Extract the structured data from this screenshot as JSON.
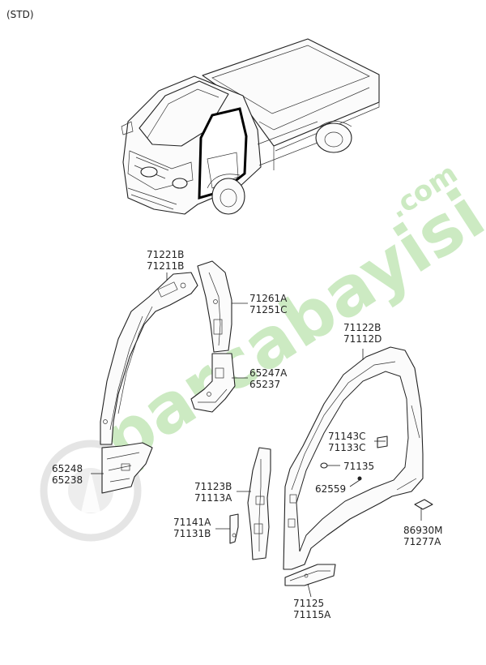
{
  "header": {
    "variant": "(STD)"
  },
  "watermark": {
    "brand": "parcabayisi",
    "suffix": ".com",
    "color": "#8fd27a"
  },
  "callouts": [
    {
      "id": "pillar-a-rear",
      "lines": [
        "71221B",
        "71211B"
      ]
    },
    {
      "id": "pillar-b-inner",
      "lines": [
        "71261A",
        "71251C"
      ]
    },
    {
      "id": "bracket-b",
      "lines": [
        "65247A",
        "65237"
      ]
    },
    {
      "id": "bracket-a",
      "lines": [
        "65248",
        "65238"
      ]
    },
    {
      "id": "side-outer",
      "lines": [
        "71122B",
        "71112D"
      ]
    },
    {
      "id": "gusset",
      "lines": [
        "71143C",
        "71133C"
      ]
    },
    {
      "id": "clip",
      "lines": [
        "71135"
      ]
    },
    {
      "id": "plug",
      "lines": [
        "62559"
      ]
    },
    {
      "id": "pillar-front",
      "lines": [
        "71123B",
        "71113A"
      ]
    },
    {
      "id": "small-bracket",
      "lines": [
        "71141A",
        "71131B"
      ]
    },
    {
      "id": "emblem",
      "lines": [
        "86930M",
        "71277A"
      ]
    },
    {
      "id": "sill",
      "lines": [
        "71125",
        "71115A"
      ]
    }
  ]
}
